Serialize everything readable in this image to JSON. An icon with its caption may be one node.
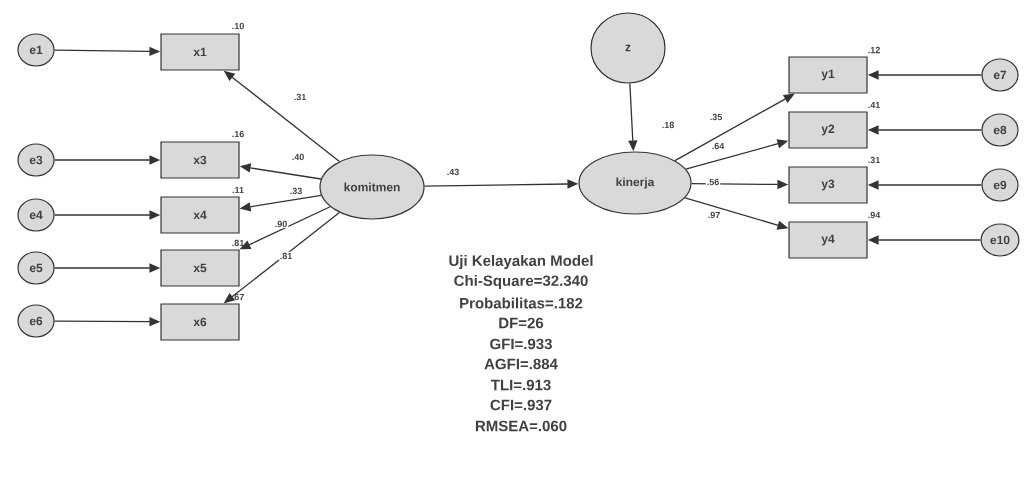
{
  "diagram": {
    "nodes": [
      {
        "text": [
          "e1"
        ]
      },
      {
        "text": [
          "x1"
        ],
        "beside": [
          ".10"
        ]
      },
      {
        "text": [
          "e3"
        ]
      },
      {
        "text": [
          "x3"
        ],
        "beside": [
          ".16"
        ]
      },
      {
        "text": [
          "e4"
        ]
      },
      {
        "text": [
          "x4"
        ],
        "beside": [
          ".11"
        ]
      },
      {
        "text": [
          "e5"
        ]
      },
      {
        "text": [
          "x5"
        ],
        "beside": [
          ".81"
        ]
      },
      {
        "text": [
          "e6"
        ]
      },
      {
        "text": [
          "x6"
        ],
        "beside": [
          ".67"
        ]
      },
      {
        "text": [
          "komitmen"
        ]
      },
      {
        "text": [
          "z"
        ]
      },
      {
        "text": [
          "kinerja"
        ],
        "beside": [
          ".18"
        ]
      },
      {
        "text": [
          "y1"
        ],
        "beside": [
          ".12"
        ]
      },
      {
        "text": [
          "e7"
        ]
      },
      {
        "text": [
          "y2"
        ],
        "beside": [
          ".41"
        ]
      },
      {
        "text": [
          "e8"
        ]
      },
      {
        "text": [
          "y3"
        ],
        "beside": [
          ".31"
        ]
      },
      {
        "text": [
          "e9"
        ]
      },
      {
        "text": [
          "y4"
        ],
        "beside": [
          ".94"
        ]
      },
      {
        "text": [
          "e10"
        ]
      }
    ],
    "edges": [
      {
        "from": 0,
        "to": 1,
        "arrow": "to"
      },
      {
        "from": 2,
        "to": 3,
        "arrow": "to"
      },
      {
        "from": 4,
        "to": 5,
        "arrow": "to"
      },
      {
        "from": 6,
        "to": 7,
        "arrow": "to"
      },
      {
        "from": 8,
        "to": 9,
        "arrow": "to"
      },
      {
        "from": 10,
        "to": 1,
        "arrow": "to",
        "label": ".31"
      },
      {
        "from": 10,
        "to": 3,
        "arrow": "to",
        "label": ".40"
      },
      {
        "from": 10,
        "to": 5,
        "arrow": "to",
        "label": ".33"
      },
      {
        "from": 10,
        "to": 7,
        "arrow": "to",
        "label": ".90"
      },
      {
        "from": 10,
        "to": 9,
        "arrow": "to",
        "label": ".81"
      },
      {
        "from": 10,
        "to": 12,
        "arrow": "to",
        "label": ".43"
      },
      {
        "from": 11,
        "to": 12,
        "arrow": "to"
      },
      {
        "from": 12,
        "to": 13,
        "arrow": "to",
        "label": ".35"
      },
      {
        "from": 12,
        "to": 15,
        "arrow": "to",
        "label": ".64"
      },
      {
        "from": 12,
        "to": 17,
        "arrow": "to",
        "label": ".56"
      },
      {
        "from": 12,
        "to": 19,
        "arrow": "to",
        "label": ".97"
      },
      {
        "from": 14,
        "to": 13,
        "arrow": "to"
      },
      {
        "from": 16,
        "to": 15,
        "arrow": "to"
      },
      {
        "from": 18,
        "to": 17,
        "arrow": "to"
      },
      {
        "from": 20,
        "to": 19,
        "arrow": "to"
      }
    ],
    "labels": [
      "Uji Kelayakan Model",
      "Chi-Square=32.340",
      "Probabilitas=.182",
      "DF=26",
      "GFI=.933",
      "AGFI=.884",
      "TLI=.913",
      "CFI=.937",
      "RMSEA=.060"
    ]
  }
}
